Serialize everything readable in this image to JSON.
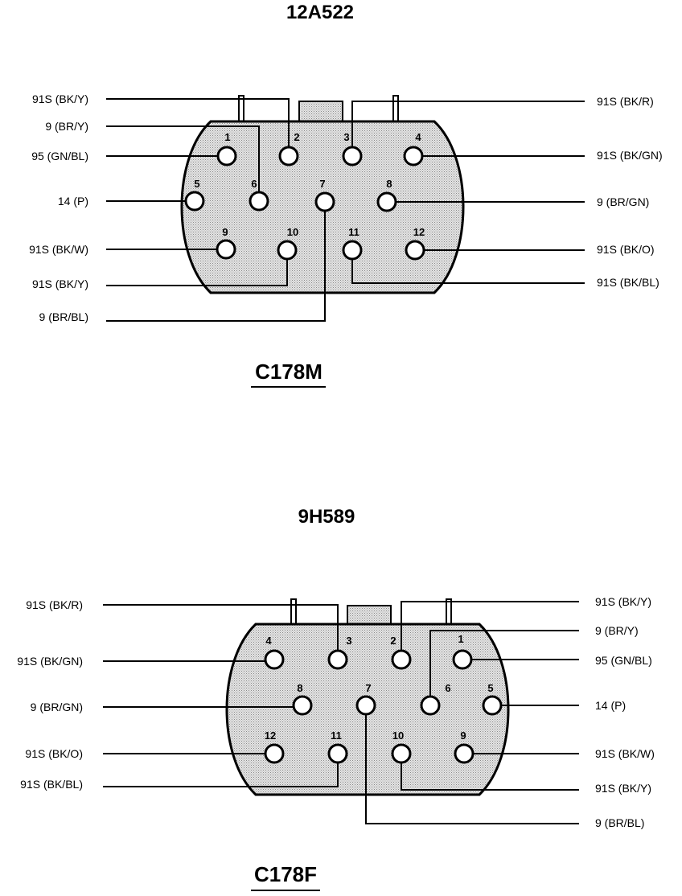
{
  "top": {
    "part_number": "12A522",
    "connector_name": "C178M",
    "pins": [
      "1",
      "2",
      "3",
      "4",
      "5",
      "6",
      "7",
      "8",
      "9",
      "10",
      "11",
      "12"
    ],
    "left_wires": [
      "91S (BK/Y)",
      "9 (BR/Y)",
      "95 (GN/BL)",
      "14 (P)",
      "91S (BK/W)",
      "91S (BK/Y)",
      "9 (BR/BL)"
    ],
    "right_wires": [
      "91S (BK/R)",
      "91S (BK/GN)",
      "9 (BR/GN)",
      "91S (BK/O)",
      "91S (BK/BL)"
    ]
  },
  "bottom": {
    "part_number": "9H589",
    "connector_name": "C178F",
    "pins": [
      "4",
      "3",
      "2",
      "1",
      "8",
      "7",
      "6",
      "5",
      "12",
      "11",
      "10",
      "9"
    ],
    "left_wires": [
      "91S (BK/R)",
      "91S (BK/GN)",
      "9 (BR/GN)",
      "91S (BK/O)",
      "91S (BK/BL)"
    ],
    "right_wires": [
      "91S (BK/Y)",
      "9 (BR/Y)",
      "95 (GN/BL)",
      "14 (P)",
      "91S (BK/W)",
      "91S (BK/Y)",
      "9 (BR/BL)"
    ]
  },
  "colors": {
    "body_fill": "#d0d0d0",
    "line": "#000000"
  }
}
